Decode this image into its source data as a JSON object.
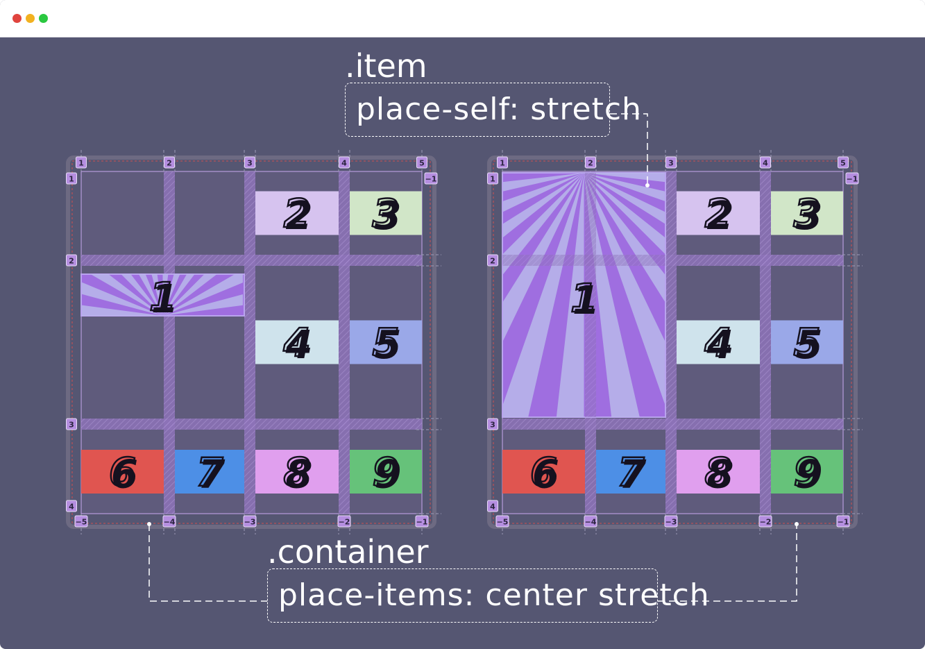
{
  "window": {
    "traffic_lights": [
      {
        "name": "close",
        "color": "#e0443e"
      },
      {
        "name": "minimize",
        "color": "#f2b120"
      },
      {
        "name": "zoom",
        "color": "#2ac840"
      }
    ]
  },
  "top_label": ".item",
  "top_code": "place-self: stretch",
  "bottom_label": ".container",
  "bottom_code": "place-items: center stretch",
  "grid": {
    "column_line_labels": [
      "1",
      "2",
      "3",
      "4",
      "5"
    ],
    "column_neg_labels": [
      "−5",
      "−4",
      "−3",
      "−2",
      "−1"
    ],
    "row_line_labels": [
      "1",
      "2",
      "3",
      "4"
    ],
    "row_neg_label": "−1"
  },
  "items": [
    {
      "label": "1",
      "color": "#9f6ee0"
    },
    {
      "label": "2",
      "color": "#d6c3ef"
    },
    {
      "label": "3",
      "color": "#d1e6c8"
    },
    {
      "label": "4",
      "color": "#cfe3ec"
    },
    {
      "label": "5",
      "color": "#9aa8e8"
    },
    {
      "label": "6",
      "color": "#e05550"
    },
    {
      "label": "7",
      "color": "#4d8fe6"
    },
    {
      "label": "8",
      "color": "#e09fee"
    },
    {
      "label": "9",
      "color": "#66c27a"
    }
  ],
  "colors": {
    "background": "#555672",
    "grid_area": "#5f5b7c",
    "grid_line": "#c9a8f0",
    "badge": "#b58ee0",
    "ray_light": "#b9b8ea"
  }
}
